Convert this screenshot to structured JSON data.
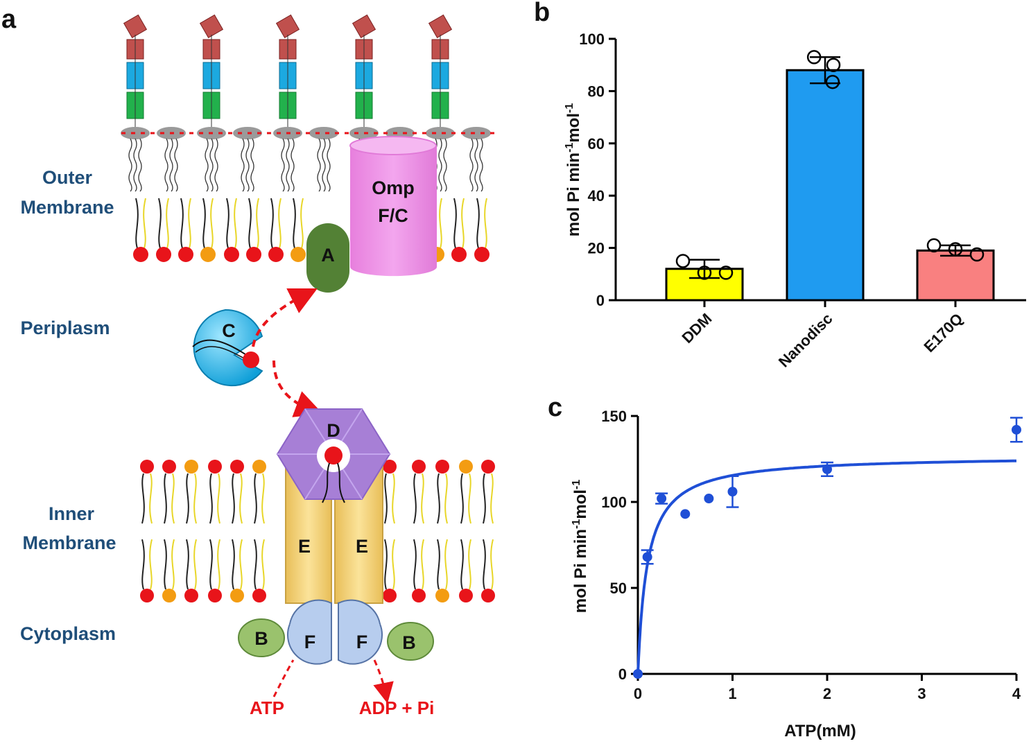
{
  "panels": {
    "a": {
      "letter": "a",
      "regions": {
        "outer": [
          "Outer",
          "Membrane"
        ],
        "periplasm": "Periplasm",
        "inner": [
          "Inner",
          "Membrane"
        ],
        "cytoplasm": "Cytoplasm"
      },
      "proteins": {
        "omp": [
          "Omp",
          "F/C"
        ],
        "A": "A",
        "B": "B",
        "C": "C",
        "D": "D",
        "E": "E",
        "F": "F"
      },
      "atp": "ATP",
      "adp": "ADP + Pi",
      "colors": {
        "red": "#e8141a",
        "orange": "#f39c12",
        "lps_red": "#c0504d",
        "lps_blue": "#1ca9e0",
        "lps_green": "#22b14c",
        "omp": "#ee90e6",
        "A": "#538135",
        "B": "#9ac26d",
        "C": "#29b6e8",
        "D": "#a77fd6",
        "E": "#f6d57a",
        "F": "#b7cdee"
      }
    },
    "b": {
      "letter": "b"
    },
    "c": {
      "letter": "c"
    }
  },
  "chart_data": [
    {
      "panel": "b",
      "type": "bar",
      "categories": [
        "DDM",
        "Nanodisc",
        "E170Q"
      ],
      "values": [
        12,
        88,
        19
      ],
      "errors": [
        3.5,
        5,
        2
      ],
      "points": [
        [
          15,
          10.5,
          10.5
        ],
        [
          93,
          90,
          83.5
        ],
        [
          21,
          19.5,
          17.5
        ]
      ],
      "colors": [
        "#ffff00",
        "#1f9bf0",
        "#f98080"
      ],
      "ylabel": "mol Pi min-1mol-1",
      "ylim": [
        0,
        100
      ],
      "yticks": [
        0,
        20,
        40,
        60,
        80,
        100
      ]
    },
    {
      "panel": "c",
      "type": "scatter",
      "x": [
        0,
        0.1,
        0.25,
        0.5,
        0.75,
        1,
        2,
        4
      ],
      "y": [
        0,
        68,
        102,
        93,
        102,
        106,
        119,
        142
      ],
      "errors": [
        0,
        4,
        3,
        0,
        0,
        9,
        4,
        7
      ],
      "fit": {
        "model": "michaelis-menten",
        "vmax": 127,
        "km": 0.1
      },
      "color": "#1f4fd6",
      "xlabel": "ATP(mM)",
      "ylabel": "mol Pi min-1mol-1",
      "xlim": [
        0,
        4
      ],
      "ylim": [
        0,
        150
      ],
      "xticks": [
        0,
        1,
        2,
        3,
        4
      ],
      "yticks": [
        0,
        50,
        100,
        150
      ]
    }
  ]
}
